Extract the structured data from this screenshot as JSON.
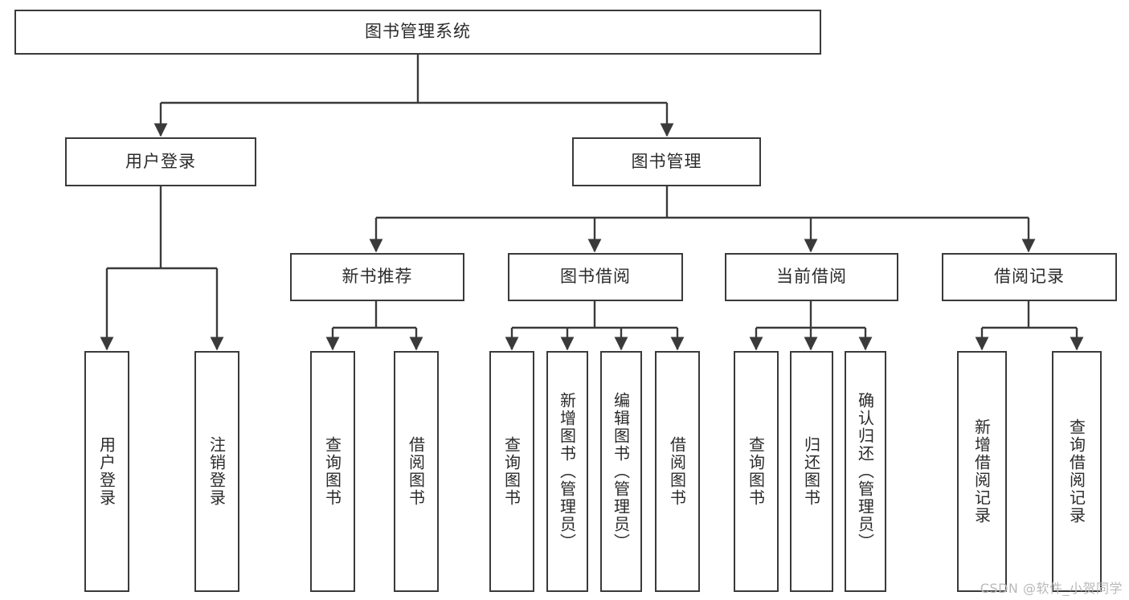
{
  "diagram": {
    "type": "hierarchy-tree",
    "title": "图书管理系统",
    "watermark": "CSDN @软件_小贺同学",
    "colors": {
      "box_border": "#3a3a3a",
      "box_fill": "#ffffff",
      "connector": "#3a3a3a",
      "text": "#2b2b2b",
      "watermark": "#b9b9b9",
      "background": "#ffffff"
    },
    "nodes": {
      "root": {
        "label": "图书管理系统",
        "orientation": "horizontal"
      },
      "l2": [
        {
          "label": "用户登录",
          "orientation": "horizontal"
        },
        {
          "label": "图书管理",
          "orientation": "horizontal"
        }
      ],
      "l3": [
        {
          "label": "新书推荐",
          "orientation": "horizontal"
        },
        {
          "label": "图书借阅",
          "orientation": "horizontal"
        },
        {
          "label": "当前借阅",
          "orientation": "horizontal"
        },
        {
          "label": "借阅记录",
          "orientation": "horizontal"
        }
      ],
      "leaves": {
        "user_login": [
          {
            "label": "用户登录",
            "orientation": "vertical"
          },
          {
            "label": "注销登录",
            "orientation": "vertical"
          }
        ],
        "new_book_recommend": [
          {
            "label": "查询图书",
            "orientation": "vertical"
          },
          {
            "label": "借阅图书",
            "orientation": "vertical"
          }
        ],
        "book_borrow": [
          {
            "label": "查询图书",
            "orientation": "vertical"
          },
          {
            "label": "新增图书（管理员）",
            "orientation": "vertical"
          },
          {
            "label": "编辑图书（管理员）",
            "orientation": "vertical"
          },
          {
            "label": "借阅图书",
            "orientation": "vertical"
          }
        ],
        "current_borrow": [
          {
            "label": "查询图书",
            "orientation": "vertical"
          },
          {
            "label": "归还图书",
            "orientation": "vertical"
          },
          {
            "label": "确认归还（管理员）",
            "orientation": "vertical"
          }
        ],
        "borrow_record": [
          {
            "label": "新增借阅记录",
            "orientation": "vertical"
          },
          {
            "label": "查询借阅记录",
            "orientation": "vertical"
          }
        ]
      }
    }
  }
}
